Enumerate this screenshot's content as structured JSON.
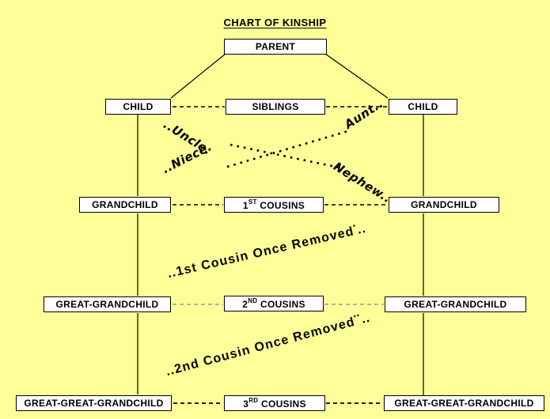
{
  "title": "CHART OF KINSHIP",
  "boxes": {
    "parent": "PARENT",
    "child_left": "CHILD",
    "siblings": "SIBLINGS",
    "child_right": "CHILD",
    "grandchild_left": "GRANDCHILD",
    "first_cousins": {
      "base": "1",
      "sup": "ST",
      "rest": " COUSINS"
    },
    "grandchild_right": "GRANDCHILD",
    "great_grandchild_left": "GREAT-GRANDCHILD",
    "second_cousins": {
      "base": "2",
      "sup": "ND",
      "rest": " COUSINS"
    },
    "great_grandchild_right": "GREAT-GRANDCHILD",
    "great_great_grandchild_left": "GREAT-GREAT-GRANDCHILD",
    "third_cousins": {
      "base": "3",
      "sup": "RD",
      "rest": " COUSINS"
    },
    "great_great_grandchild_right": "GREAT-GREAT-GRANDCHILD"
  },
  "diagonal_labels": {
    "uncle": "..Uncle.",
    "aunt": "Aunt..",
    "niece": "..Niece.",
    "nephew": "Nephew..",
    "first_removed": {
      "text": "..1st Cousin Once Removed",
      "sup": "*",
      "trail": ".."
    },
    "second_removed": {
      "text": "..2nd Cousin Once Removed",
      "sup": "**",
      "trail": ".."
    }
  },
  "colors": {
    "background": "#FFFF99",
    "box_fill": "#FFFFFF",
    "line": "#000000",
    "muted_dash": "#999999"
  }
}
